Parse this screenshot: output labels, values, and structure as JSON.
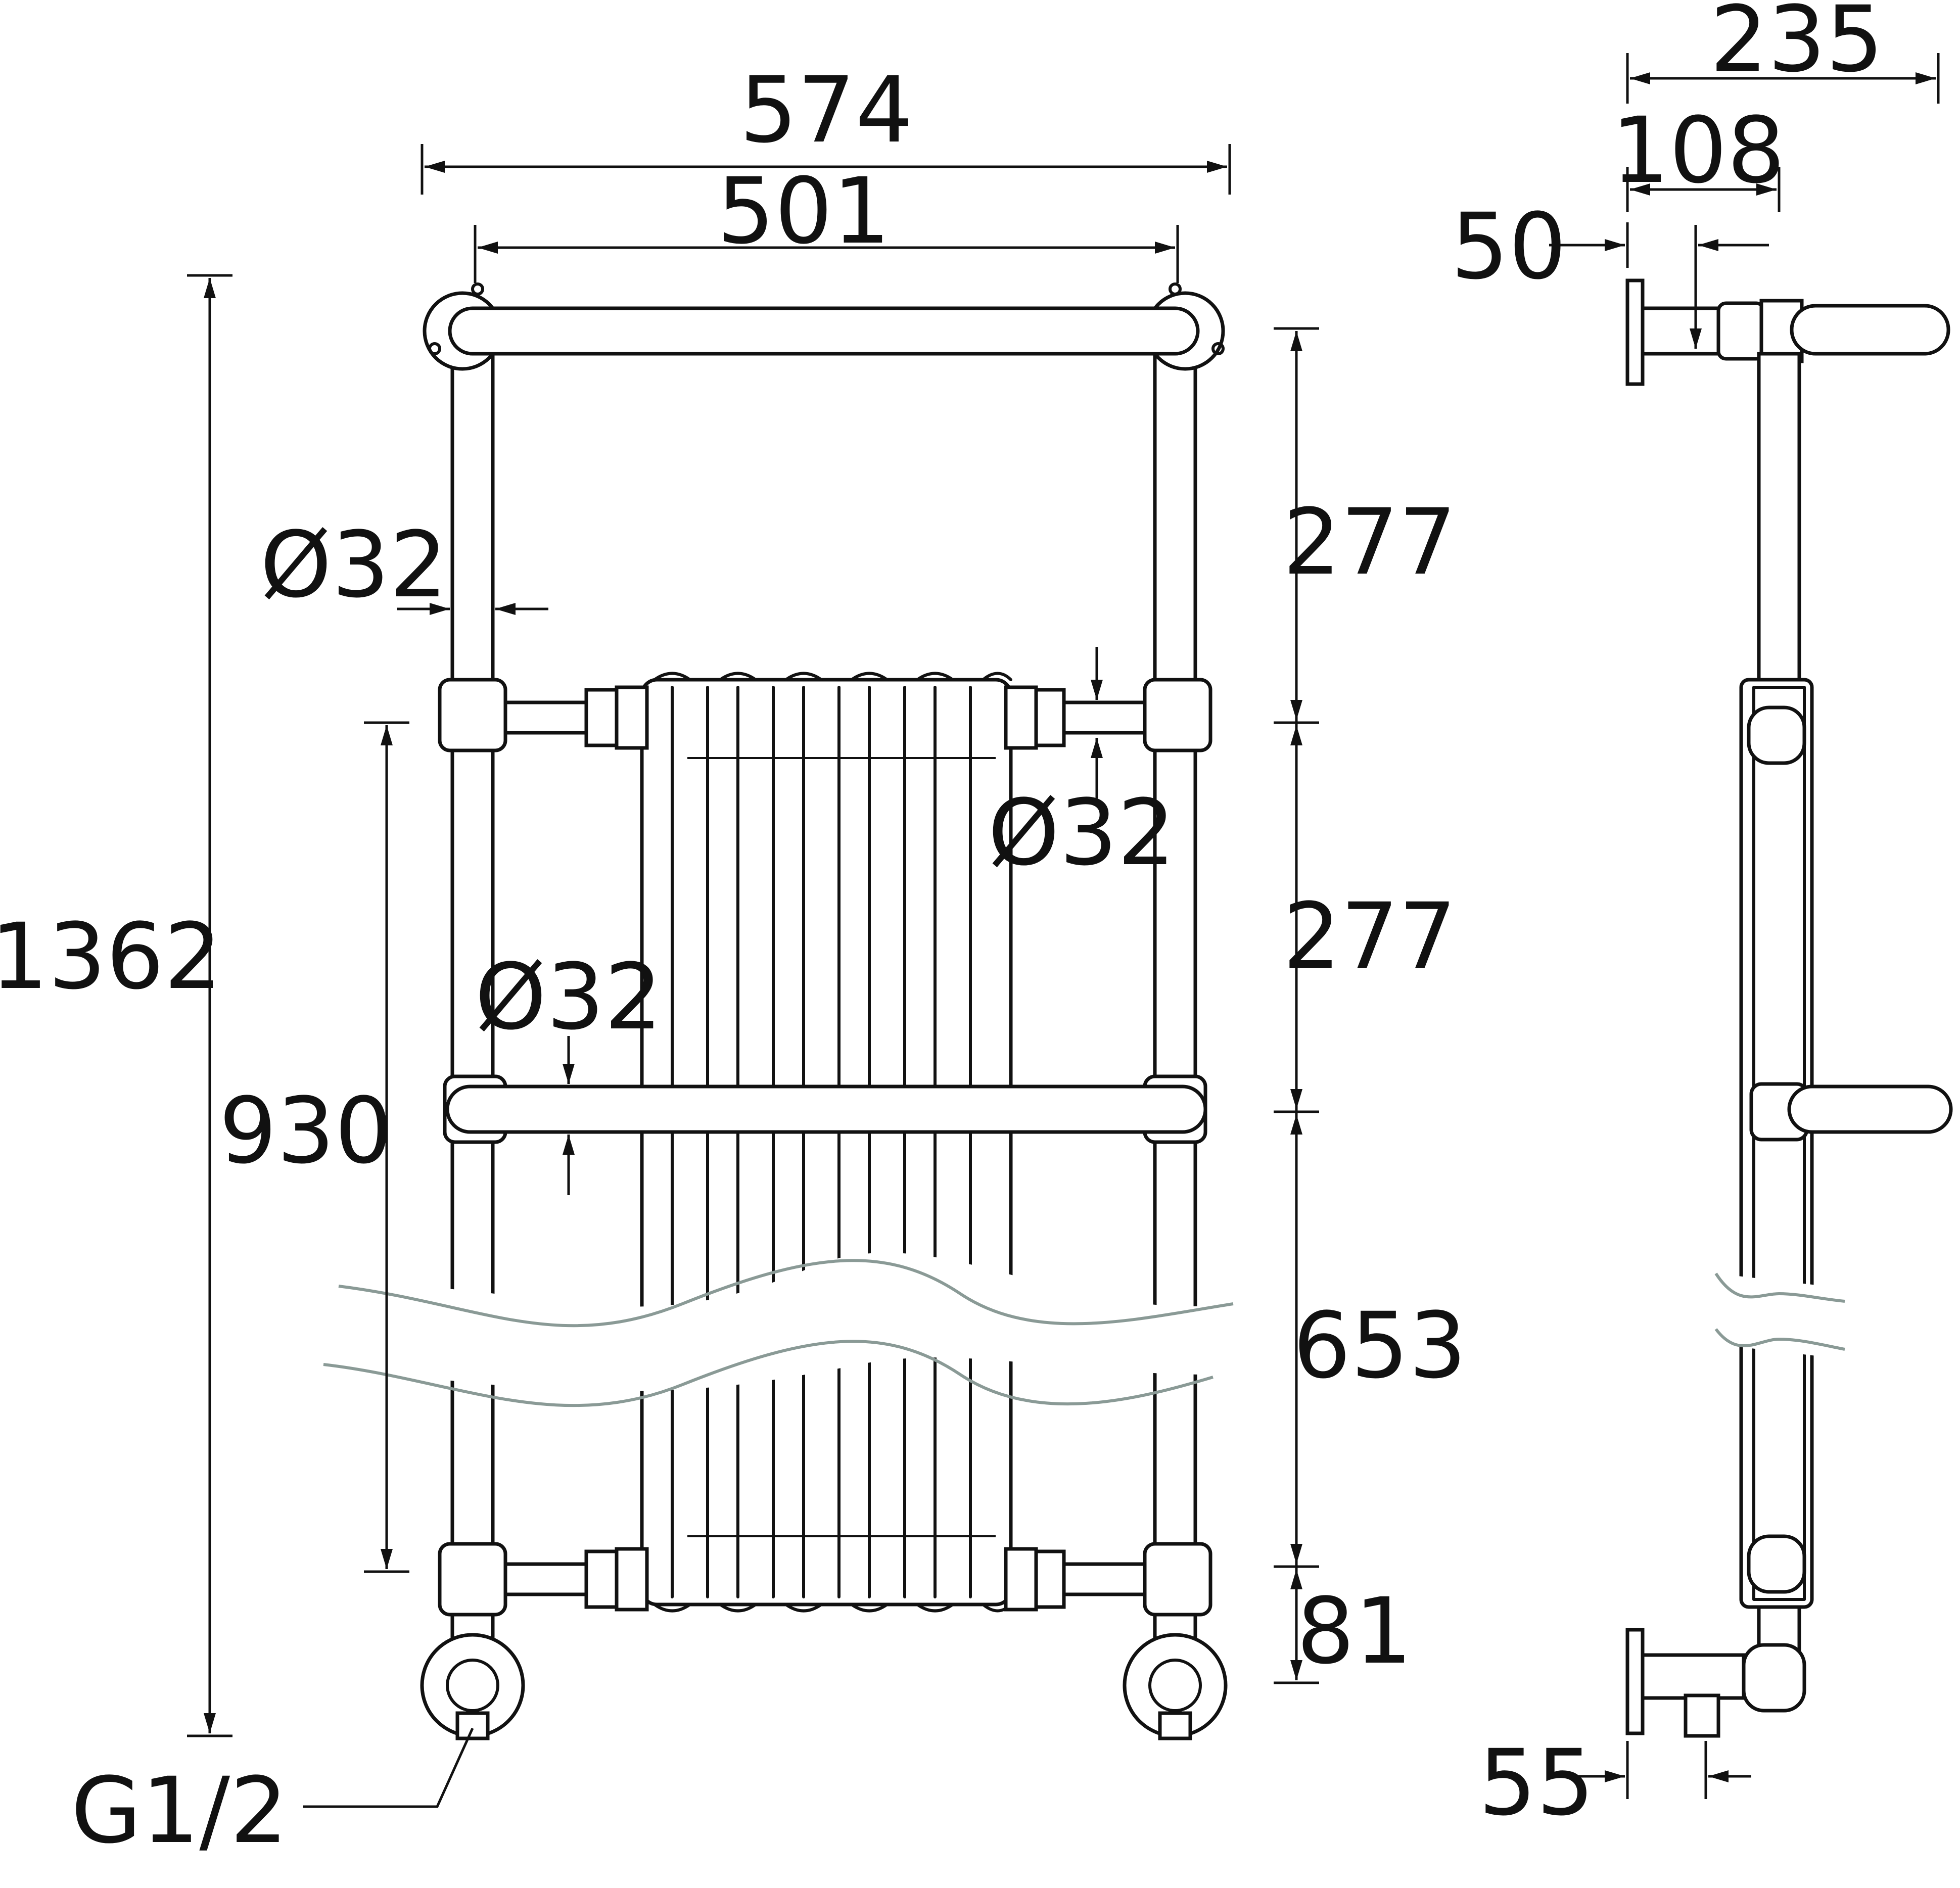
{
  "dimensions": {
    "overall_width": "574",
    "centres_width": "501",
    "overall_height": "1362",
    "inner_height": "930",
    "upper_gap": "277",
    "middle_gap": "277",
    "lower_gap": "653",
    "base_height": "81",
    "pipe_diameter_left": "Ø32",
    "pipe_diameter_right": "Ø32",
    "rail_diameter": "Ø32",
    "connection": "G1/2",
    "side_depth_total": "235",
    "side_depth_rail": "108",
    "side_wall_to_pipe_top": "50",
    "side_wall_to_pipe_bottom": "55"
  },
  "colors": {
    "line": "#111111",
    "break_wave": "#8a9a96",
    "background": "#ffffff"
  }
}
